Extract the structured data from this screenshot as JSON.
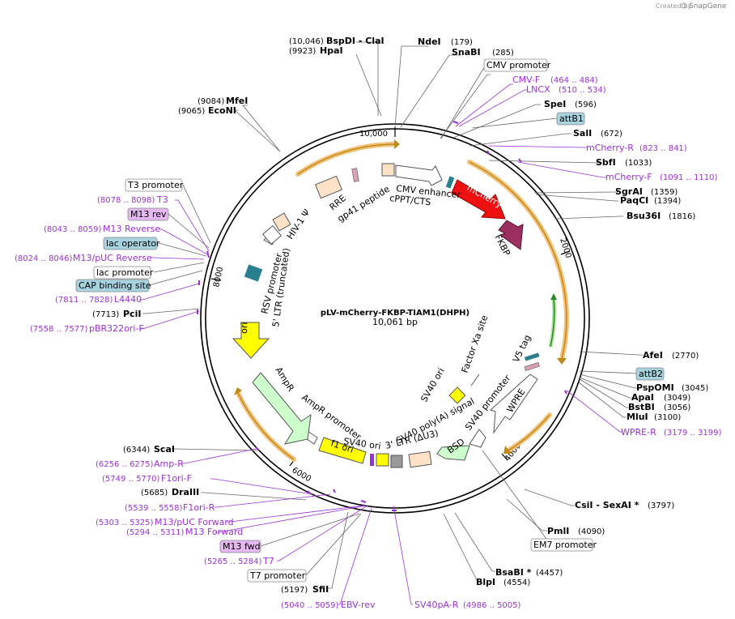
{
  "credit": {
    "prefix": "Created by",
    "brand": "SnapGene"
  },
  "plasmid": {
    "name": "pLV-mCherry-FKBP-TIAM1(DHPH)",
    "length_label": "10,061 bp"
  },
  "ticks": [
    "10,000",
    "2000",
    "4000",
    "6000",
    "8000"
  ],
  "enzymes_right": [
    {
      "pos": "(179)",
      "name": "NdeI"
    },
    {
      "pos": "(285)",
      "name": "SnaBI"
    },
    {
      "name": "SpeI",
      "pos": "(596)"
    },
    {
      "name": "SalI",
      "pos": "(672)"
    },
    {
      "name": "SbfI",
      "pos": "(1033)"
    },
    {
      "name": "SgrAI",
      "pos": "(1359)"
    },
    {
      "name": "PaqCI",
      "pos": "(1394)"
    },
    {
      "name": "Bsu36I",
      "pos": "(1816)"
    },
    {
      "name": "AfeI",
      "pos": "(2770)"
    },
    {
      "name": "PspOMI",
      "pos": "(3045)"
    },
    {
      "name": "ApaI",
      "pos": "(3049)"
    },
    {
      "name": "BstBI",
      "pos": "(3056)"
    },
    {
      "name": "MluI",
      "pos": "(3100)"
    },
    {
      "name": "CsiI  -  SexAI *",
      "pos": "(3797)"
    },
    {
      "name": "PmlI",
      "pos": "(4090)"
    },
    {
      "name": "BsaBI *",
      "pos": "(4457)"
    },
    {
      "name": "BlpI",
      "pos": "(4554)"
    }
  ],
  "enzymes_left": [
    {
      "pos": "(10,046)",
      "name": "BspDI  -  ClaI"
    },
    {
      "pos": "(9923)",
      "name": "HpaI"
    },
    {
      "pos": "(9084)",
      "name": "MfeI"
    },
    {
      "pos": "(9065)",
      "name": "EcoNI"
    },
    {
      "pos": "(7713)",
      "name": "PciI"
    },
    {
      "pos": "(6344)",
      "name": "ScaI"
    },
    {
      "pos": "(5685)",
      "name": "DraIII"
    },
    {
      "pos": "(5197)",
      "name": "SfiI"
    }
  ],
  "primers_right": [
    {
      "name": "CMV-F",
      "pos": "(464 .. 484)"
    },
    {
      "name": "LNCX",
      "pos": "(510 .. 534)"
    },
    {
      "name": "mCherry-R",
      "pos": "(823 .. 841)"
    },
    {
      "name": "mCherry-F",
      "pos": "(1091 .. 1110)"
    },
    {
      "name": "WPRE-R",
      "pos": "(3179 .. 3199)"
    }
  ],
  "primers_left": [
    {
      "pos": "(8078 .. 8098)",
      "name": "T3"
    },
    {
      "pos": "(8043 .. 8059)",
      "name": "M13 Reverse"
    },
    {
      "pos": "(8024 .. 8046)",
      "name": "M13/pUC Reverse"
    },
    {
      "pos": "(7811 .. 7828)",
      "name": "L4440"
    },
    {
      "pos": "(7558 .. 7577)",
      "name": "pBR322ori-F"
    },
    {
      "pos": "(6256 .. 6275)",
      "name": "Amp-R"
    },
    {
      "pos": "(5749 .. 5770)",
      "name": "F1ori-F"
    },
    {
      "pos": "(5539 .. 5558)",
      "name": "F1ori-R"
    },
    {
      "pos": "(5303 .. 5325)",
      "name": "M13/pUC Forward"
    },
    {
      "pos": "(5294 .. 5311)",
      "name": "M13 Forward"
    },
    {
      "pos": "(5265 .. 5284)",
      "name": "T7"
    }
  ],
  "primers_bottom": [
    {
      "pos": "(5040 .. 5059)",
      "name": "EBV-rev"
    },
    {
      "name": "SV40pA-R",
      "pos": "(4986 .. 5005)"
    }
  ],
  "boxes": {
    "cmv_promoter": "CMV promoter",
    "attB1": "attB1",
    "attB2": "attB2",
    "em7_promoter": "EM7 promoter",
    "t3_promoter": "T3 promoter",
    "m13_rev": "M13 rev",
    "lac_operator": "lac operator",
    "lac_promoter": "lac promoter",
    "cap_site": "CAP binding site",
    "m13_fwd": "M13 fwd",
    "t7_promoter": "T7 promoter"
  },
  "features": {
    "cmv_enhancer": "CMV enhancer",
    "cppt": "cPPT/CTS",
    "mcherry": "mCherry",
    "fkbp": "FKBP",
    "v5_tag": "V5 tag",
    "wpre": "WPRE",
    "sv40_promoter": "SV40 promoter",
    "bsd": "BSD",
    "sv40_polya": "SV40 poly(A) signal",
    "ltr3": "3' LTR (ΔU3)",
    "sv40_ori": "SV40 ori",
    "f1_ori": "f1 ori",
    "ampr_promoter": "AmpR promoter",
    "ampr": "AmpR",
    "ori": "ori",
    "ltr5": "5' LTR (truncated)",
    "rsv_promoter": "RSV promoter",
    "hiv_psi": "HIV-1 Ψ",
    "rre": "RRE",
    "gp41": "gp41 peptide",
    "factor_xa": "Factor Xa site",
    "sv40_ori_inner": "SV40 ori"
  },
  "colors": {
    "mcherry": "#ee1111",
    "fkbp": "#9b3060",
    "orf_arc": "#f0a030",
    "primer": "#9b30d6",
    "ori": "#ffff00",
    "ampr": "#ccffcc",
    "feature_box_blue": "#a7d3df",
    "feature_box_purple": "#e6b8f2"
  }
}
